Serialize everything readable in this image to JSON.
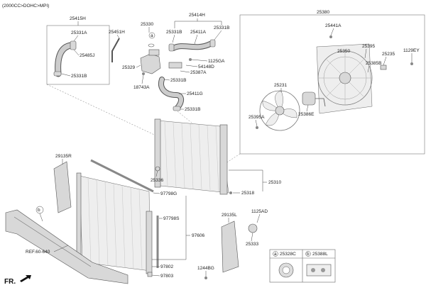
{
  "header": {
    "variant": "(2000CC>DOHC>MPI)"
  },
  "labels": {
    "p25415H": "25415H",
    "p25331A_a": "25331A",
    "p25485J": "25485J",
    "p25331B_a": "25331B",
    "p25330": "25330",
    "p25451H": "25451H",
    "p25329": "25329",
    "p18743A": "18743A",
    "p25414H": "25414H",
    "p25331B_b": "25331B",
    "p25411A": "25411A",
    "p25331B_c": "25331B",
    "p1125GA": "1125GA",
    "p54148D": "54148D",
    "p25387A": "25387A",
    "p25331B_d": "25331B",
    "p25411G": "25411G",
    "p25331B_e": "25331B",
    "p25380": "25380",
    "p25441A": "25441A",
    "p25350": "25350",
    "p25395": "25395",
    "p25235": "25235",
    "p1129EY": "1129EY",
    "p25385B": "25385B",
    "p25231": "25231",
    "p25395A": "25395A",
    "p25386E": "25386E",
    "p29135R": "29135R",
    "p25336": "25336",
    "p25310": "25310",
    "p25318": "25318",
    "p97798G": "97798G",
    "p97798S": "97798S",
    "p97606": "97606",
    "p97802": "97802",
    "p97803": "97803",
    "p29135L": "29135L",
    "p1125AD": "1125AD",
    "p25333": "25333",
    "p1244BG": "1244BG",
    "ref": "REF.60-640",
    "fr": "FR."
  },
  "callouts": {
    "a": "a",
    "b": "b"
  },
  "legend": {
    "a_letter": "a",
    "a_part": "25328C",
    "b_letter": "b",
    "b_part": "25388L"
  }
}
